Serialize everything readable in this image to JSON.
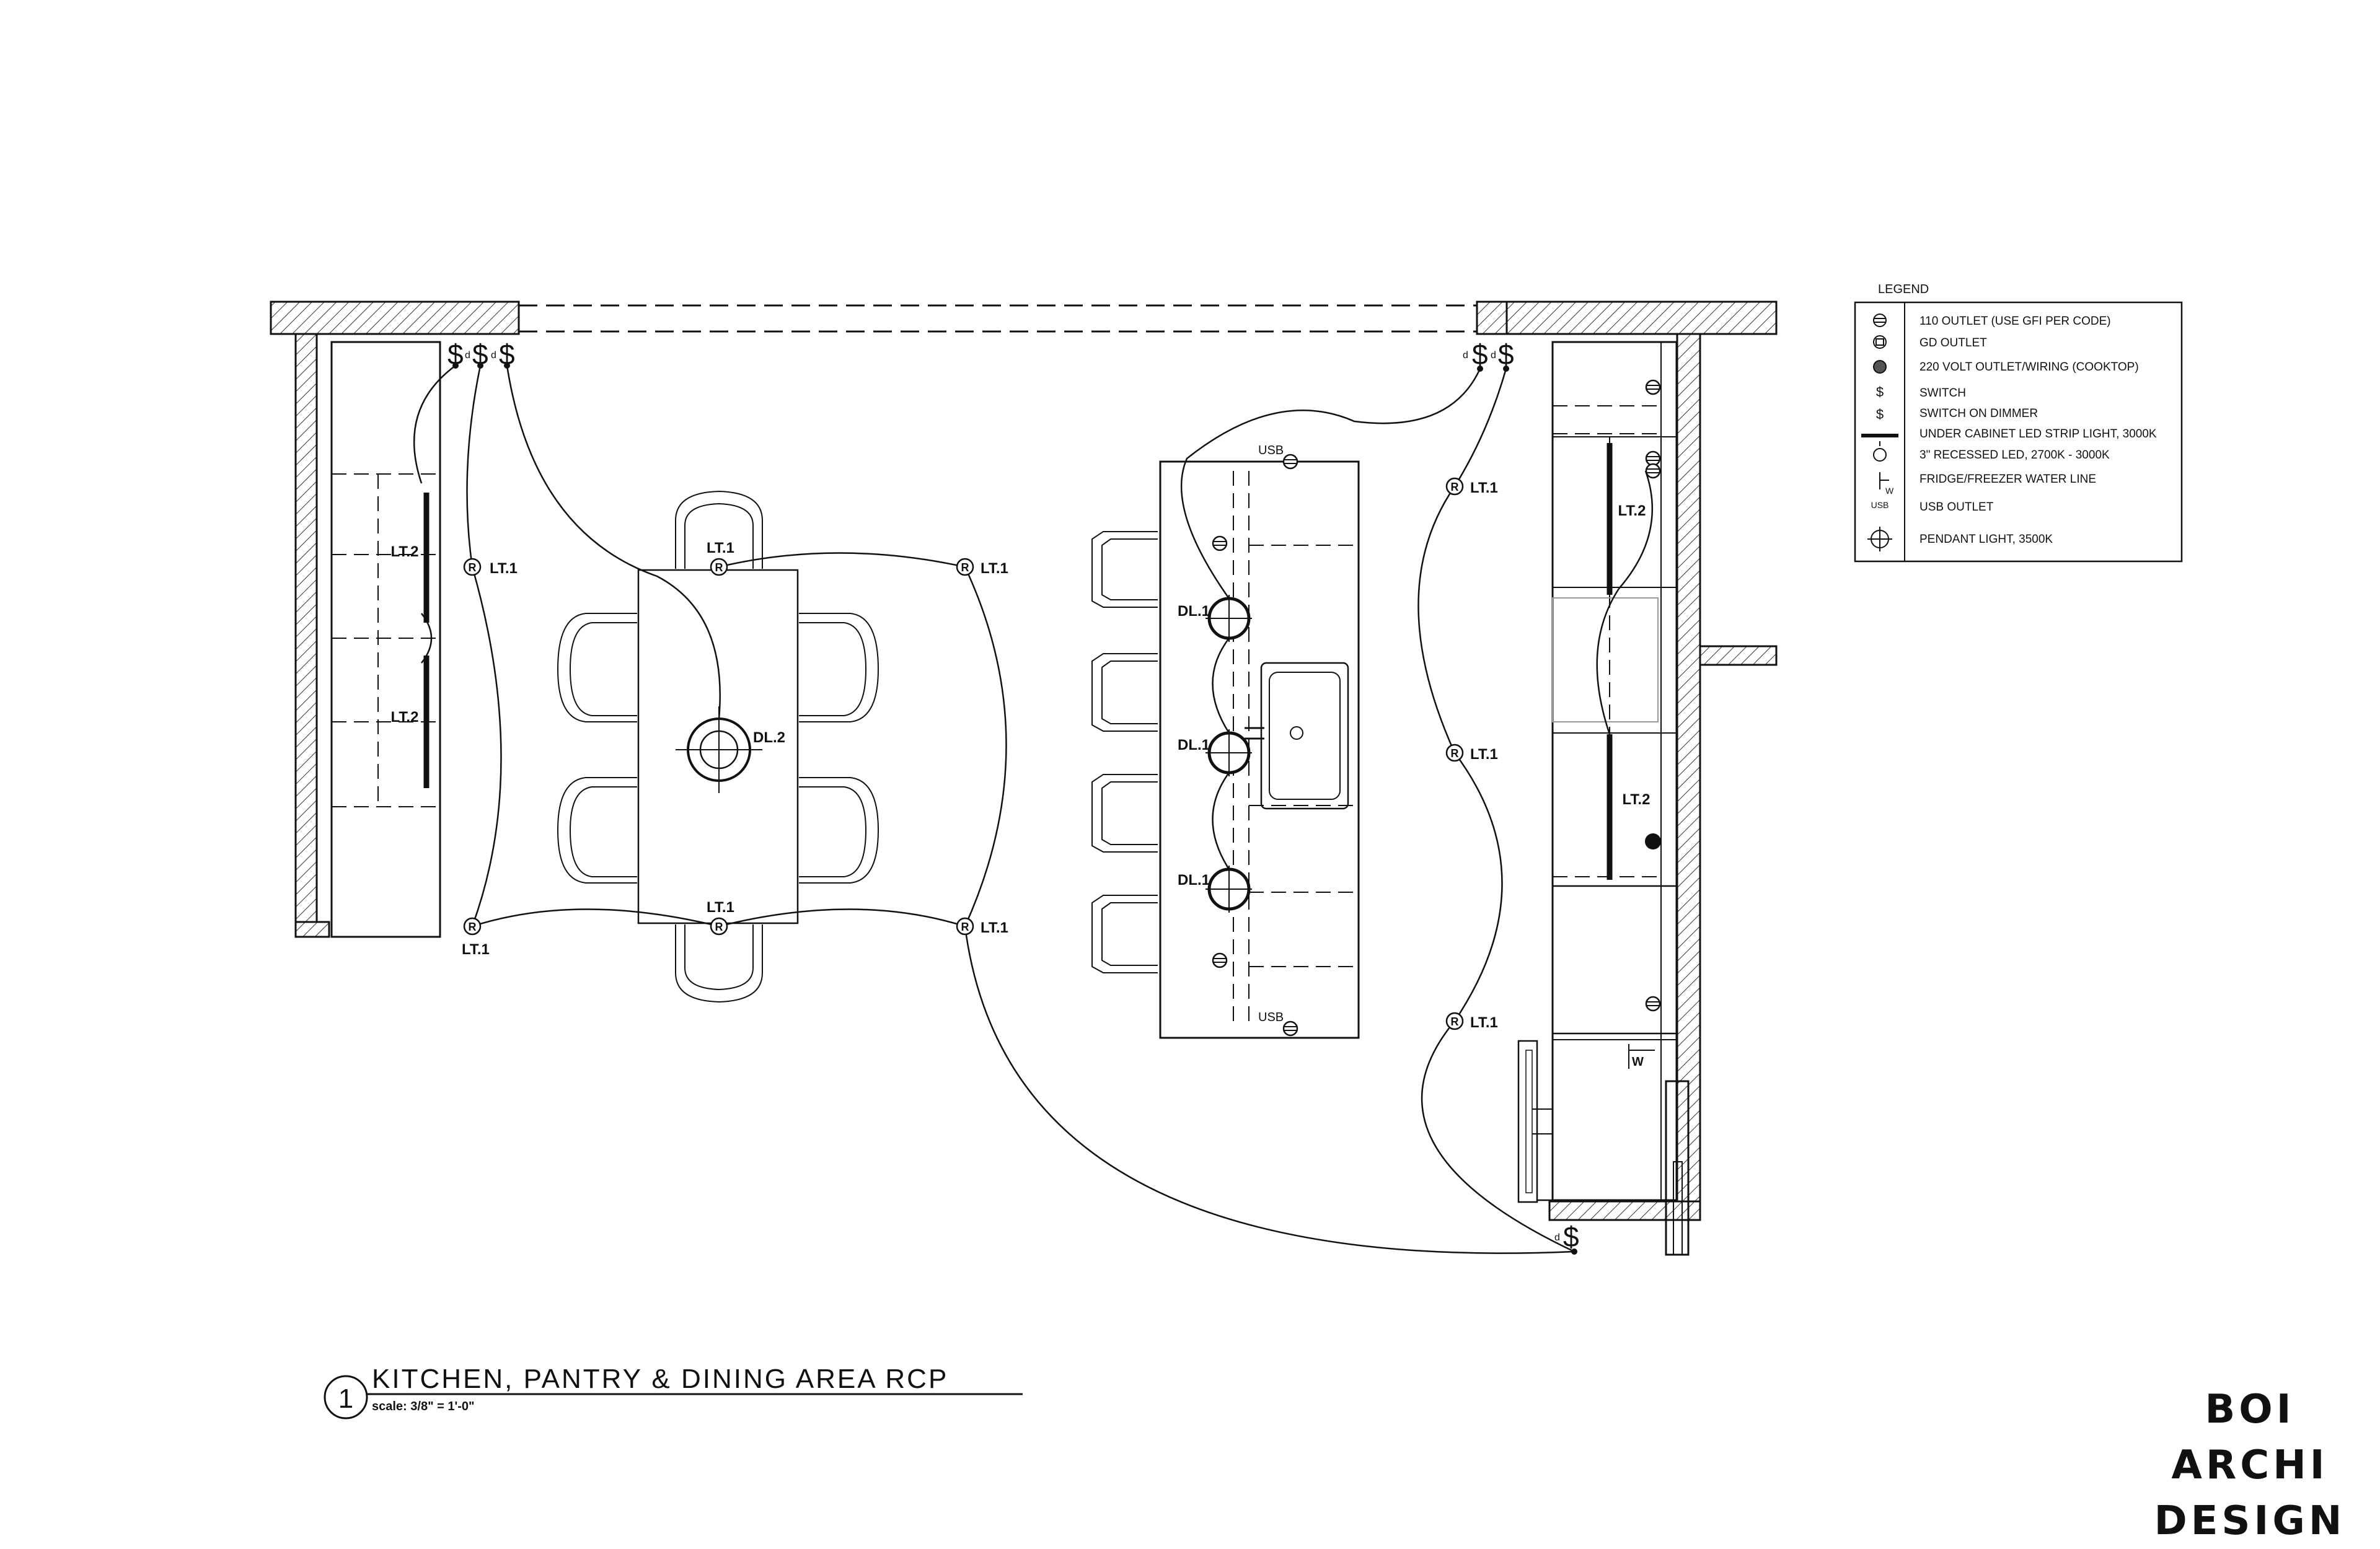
{
  "labels": {
    "lt1": "LT.1",
    "lt2": "LT.2",
    "dl1": "DL.1",
    "dl2": "DL.2",
    "usb": "USB",
    "switch": "$",
    "w": "W",
    "r": "R",
    "d": "d"
  },
  "legend": {
    "title": "LEGEND",
    "items": [
      "110 OUTLET (USE GFI PER CODE)",
      "GD OUTLET",
      "220 VOLT OUTLET/WIRING (COOKTOP)",
      "SWITCH",
      "SWITCH ON DIMMER",
      "UNDER CABINET LED STRIP LIGHT, 3000K",
      "3\" RECESSED LED, 2700K - 3000K",
      "FRIDGE/FREEZER WATER LINE",
      "USB OUTLET",
      "PENDANT LIGHT, 3500K"
    ]
  },
  "title_block": {
    "number": "1",
    "title": "KITCHEN, PANTRY & DINING AREA RCP",
    "scale": "scale:  3/8\" = 1'-0\""
  },
  "brand": {
    "line1": "BOI ARCHI",
    "line2": "DESIGN"
  }
}
